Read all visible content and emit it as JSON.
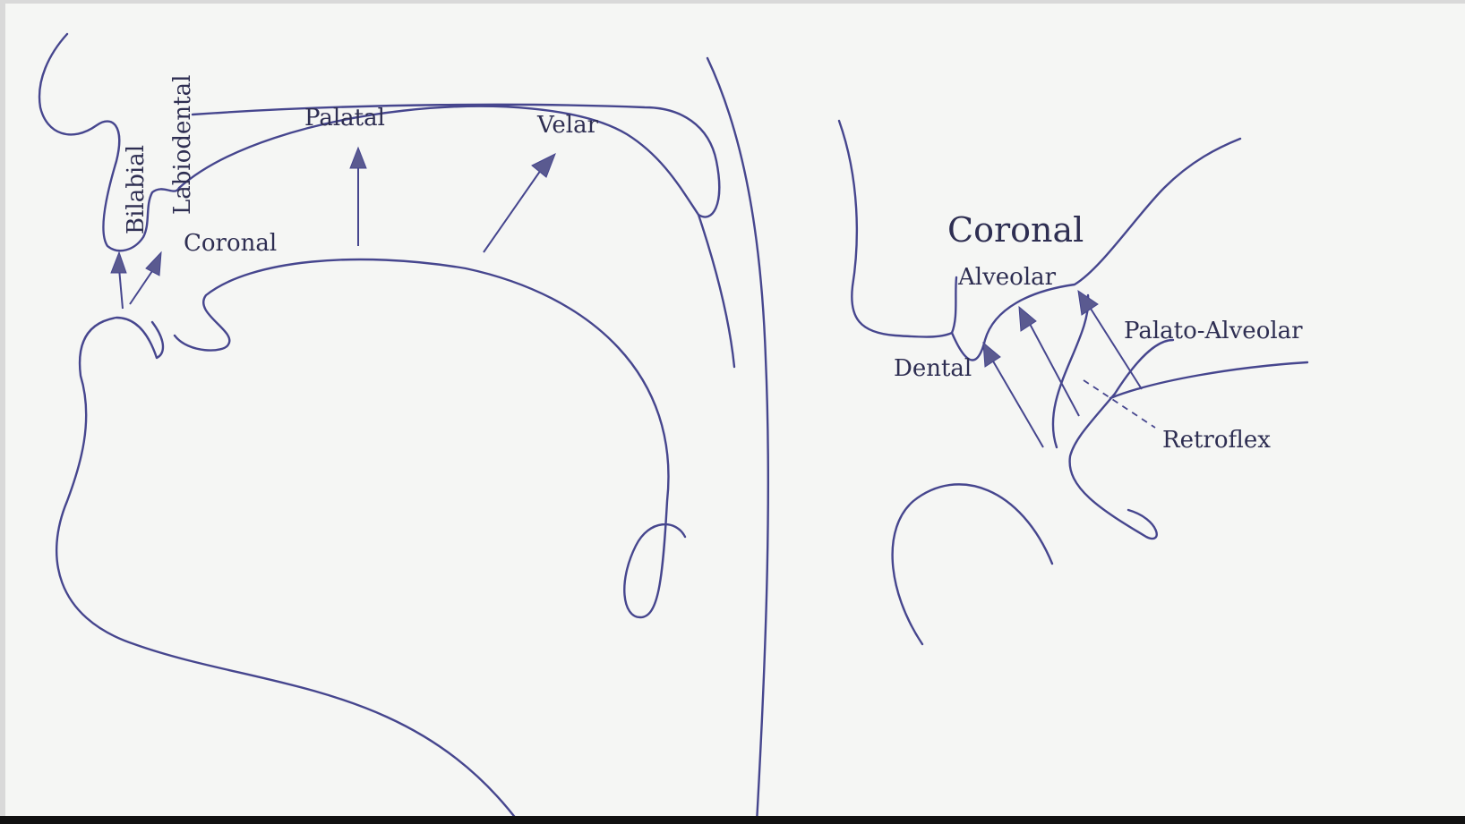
{
  "diagram": {
    "labels": {
      "bilabial": "Bilabial",
      "labiodental": "Labiodental",
      "coronal_small": "Coronal",
      "palatal": "Palatal",
      "velar": "Velar",
      "coronal_large": "Coronal",
      "alveolar": "Alveolar",
      "dental": "Dental",
      "palato_alveolar": "Palato-Alveolar",
      "retroflex": "Retroflex"
    }
  }
}
